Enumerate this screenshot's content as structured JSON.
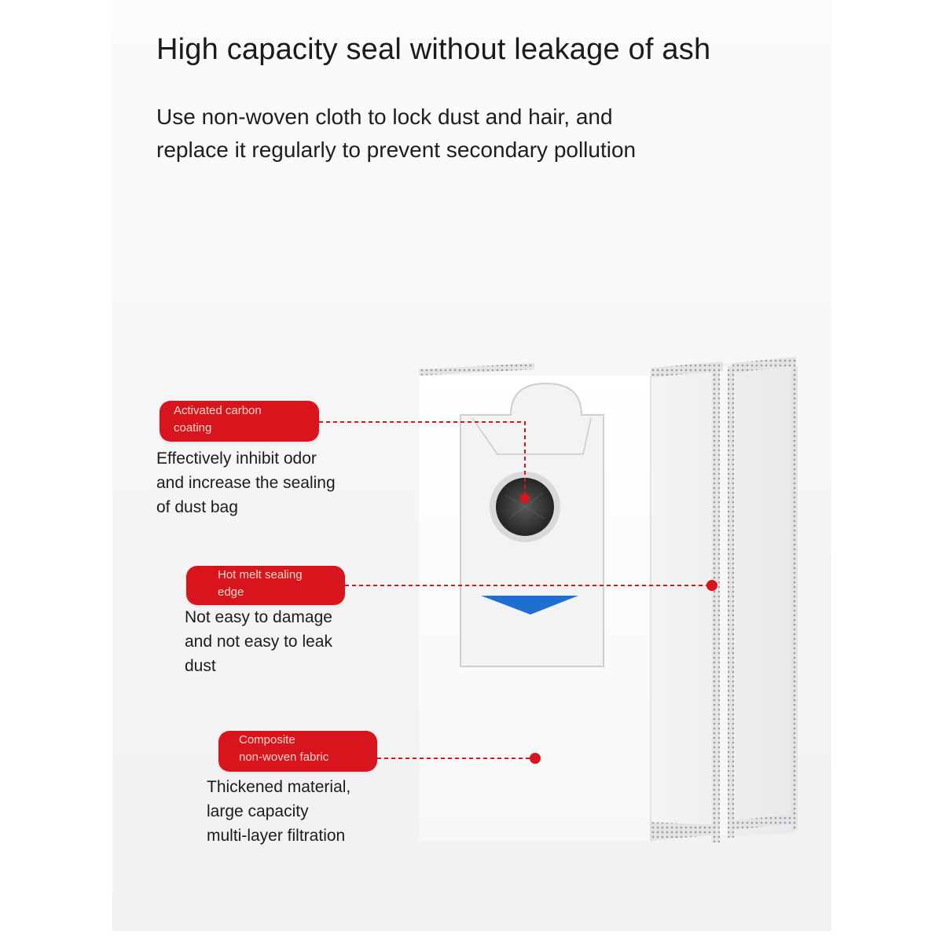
{
  "heading": "High capacity seal without leakage of ash",
  "subheading": "Use non-woven cloth to lock dust and hair, and replace it regularly to prevent secondary pollution",
  "callouts": [
    {
      "tag_line1": "Activated carbon",
      "tag_line2": "coating",
      "desc_lines": [
        "Effectively inhibit odor",
        "and increase the sealing",
        "of dust bag"
      ]
    },
    {
      "tag_line1": "Hot melt sealing",
      "tag_line2": "edge",
      "desc_lines": [
        "Not easy to damage",
        "and not easy to leak",
        "dust"
      ]
    },
    {
      "tag_line1": "Composite",
      "tag_line2": "non-woven fabric",
      "desc_lines": [
        "Thickened material,",
        "large capacity",
        "multi-layer filtration"
      ]
    }
  ],
  "colors": {
    "accent_red": "#d8141c",
    "arrow_blue": "#1f6fd0",
    "bag_white": "#ffffff"
  }
}
